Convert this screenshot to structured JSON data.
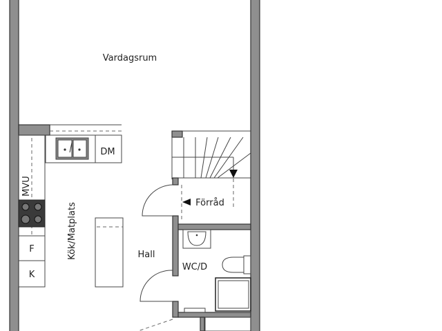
{
  "floor_plan": {
    "rooms": {
      "living_room": "Vardagsrum",
      "kitchen_dining": "Kök/Matplats",
      "hall": "Hall",
      "storage": "Förråd",
      "wc_shower": "WC/D"
    },
    "fixtures": {
      "dishwasher": "DM",
      "microwave_oven": "MVU",
      "fridge": "F",
      "freezer": "K"
    }
  }
}
